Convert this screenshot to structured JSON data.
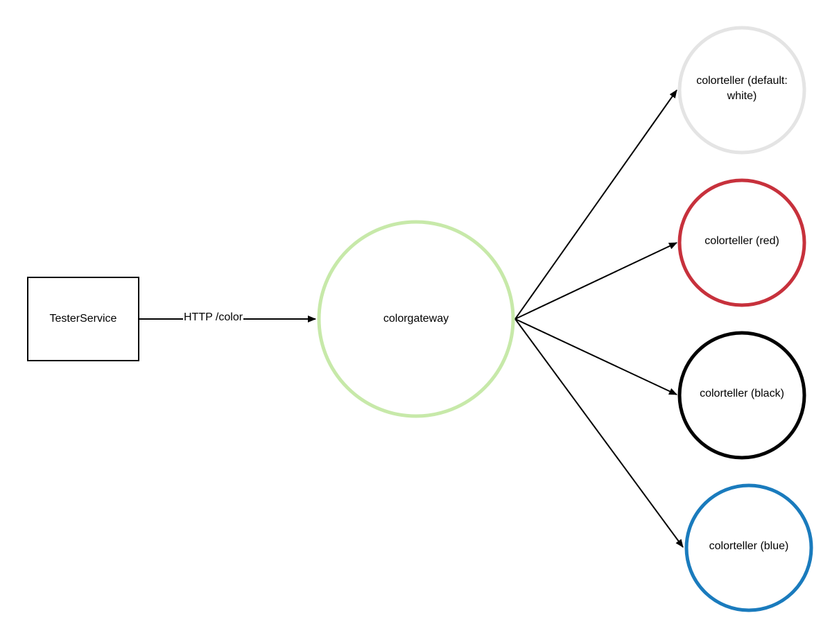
{
  "nodes": {
    "tester": {
      "label": "TesterService",
      "shape": "rectangle",
      "stroke": "#000000"
    },
    "gateway": {
      "label": "colorgateway",
      "shape": "circle",
      "stroke": "#c7e9a9"
    },
    "teller_white": {
      "label": "colorteller (default: white)",
      "shape": "circle",
      "stroke": "#e4e4e4"
    },
    "teller_red": {
      "label": "colorteller (red)",
      "shape": "circle",
      "stroke": "#c7313c"
    },
    "teller_black": {
      "label": "colorteller (black)",
      "shape": "circle",
      "stroke": "#000000"
    },
    "teller_blue": {
      "label": "colorteller (blue)",
      "shape": "circle",
      "stroke": "#1a7bbd"
    }
  },
  "edges": [
    {
      "from": "tester",
      "to": "gateway",
      "label": "HTTP /color"
    },
    {
      "from": "gateway",
      "to": "teller_white",
      "label": ""
    },
    {
      "from": "gateway",
      "to": "teller_red",
      "label": ""
    },
    {
      "from": "gateway",
      "to": "teller_black",
      "label": ""
    },
    {
      "from": "gateway",
      "to": "teller_blue",
      "label": ""
    }
  ]
}
